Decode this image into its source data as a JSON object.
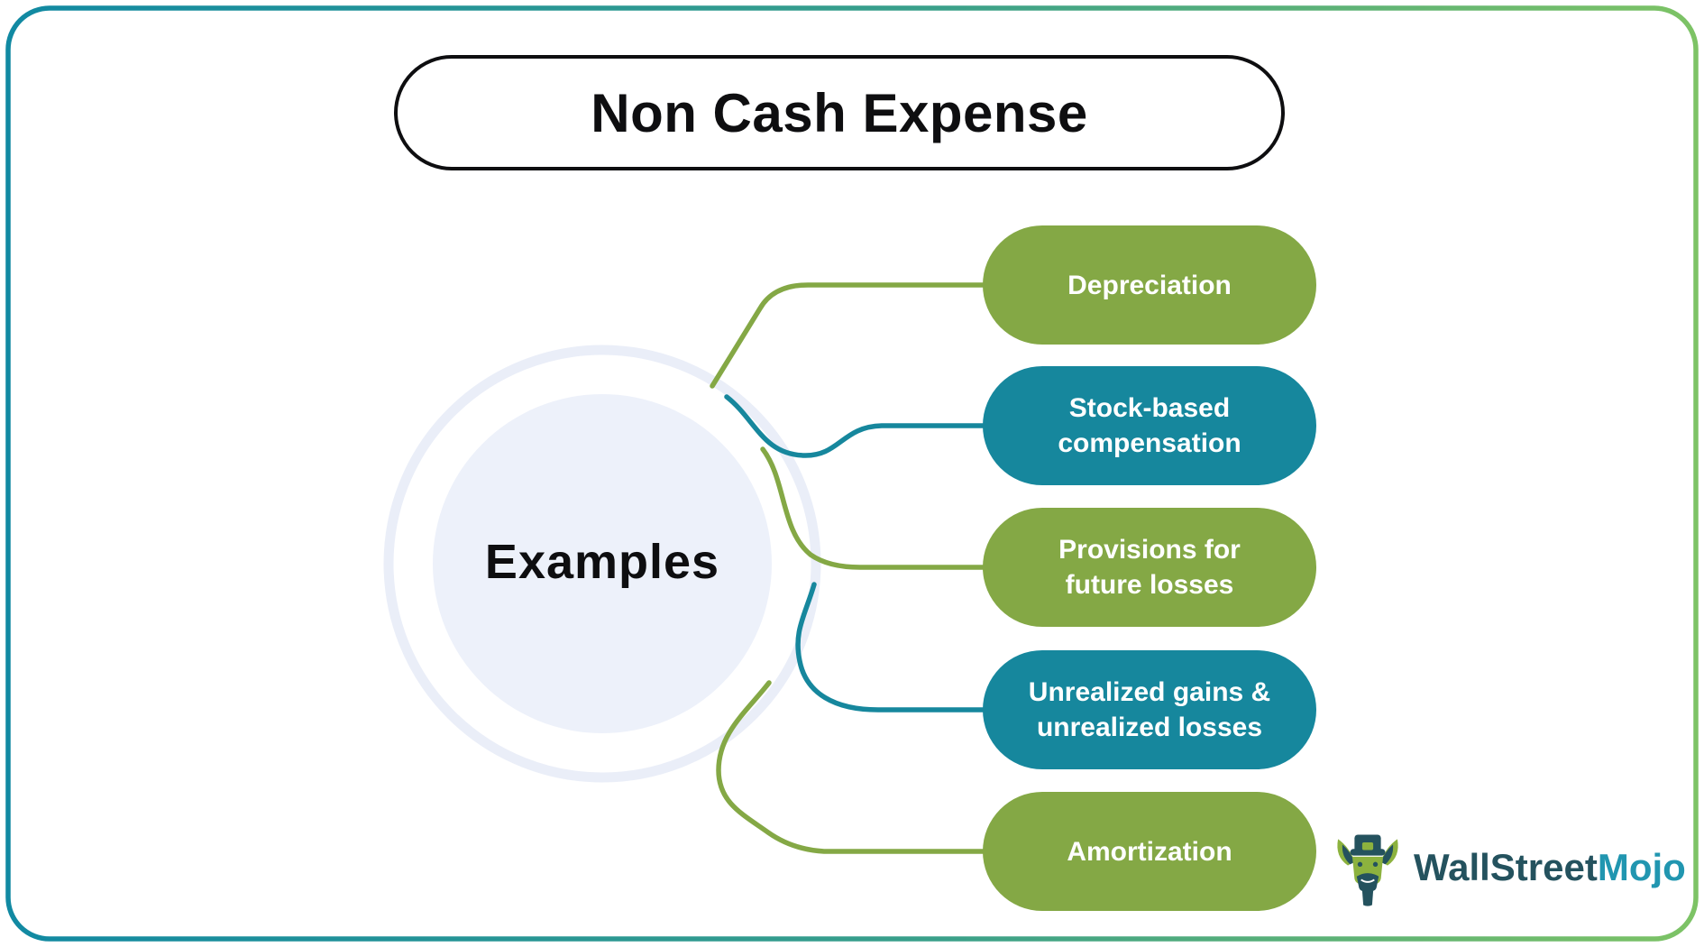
{
  "title": "Non Cash Expense",
  "center": {
    "label": "Examples"
  },
  "nodes": [
    {
      "label": "Depreciation",
      "color": "#84a845"
    },
    {
      "label": "Stock-based\ncompensation",
      "color": "#16879d"
    },
    {
      "label": "Provisions for\nfuture losses",
      "color": "#84a845"
    },
    {
      "label": "Unrealized gains &\nunrealized losses",
      "color": "#16879d"
    },
    {
      "label": "Amortization",
      "color": "#84a845"
    }
  ],
  "connectors": [
    {
      "to": "Depreciation",
      "color": "#84a845"
    },
    {
      "to": "Stock-based compensation",
      "color": "#16879d"
    },
    {
      "to": "Provisions for future losses",
      "color": "#84a845"
    },
    {
      "to": "Unrealized gains & unrealized losses",
      "color": "#16879d"
    },
    {
      "to": "Amortization",
      "color": "#84a845"
    }
  ],
  "logo": {
    "text_primary": "WallStreet",
    "text_secondary": "Mojo"
  },
  "colors": {
    "node_green": "#84a845",
    "node_teal": "#16879d",
    "frame_teal": "#1189a2",
    "frame_green": "#7dc365",
    "center_circle_fill": "#edf1fa",
    "center_ring": "#eaeef8",
    "title_text": "#0e0e10",
    "logo_dark_teal": "#24525e",
    "logo_light_teal": "#2196b0",
    "logo_green": "#8cb23e"
  }
}
